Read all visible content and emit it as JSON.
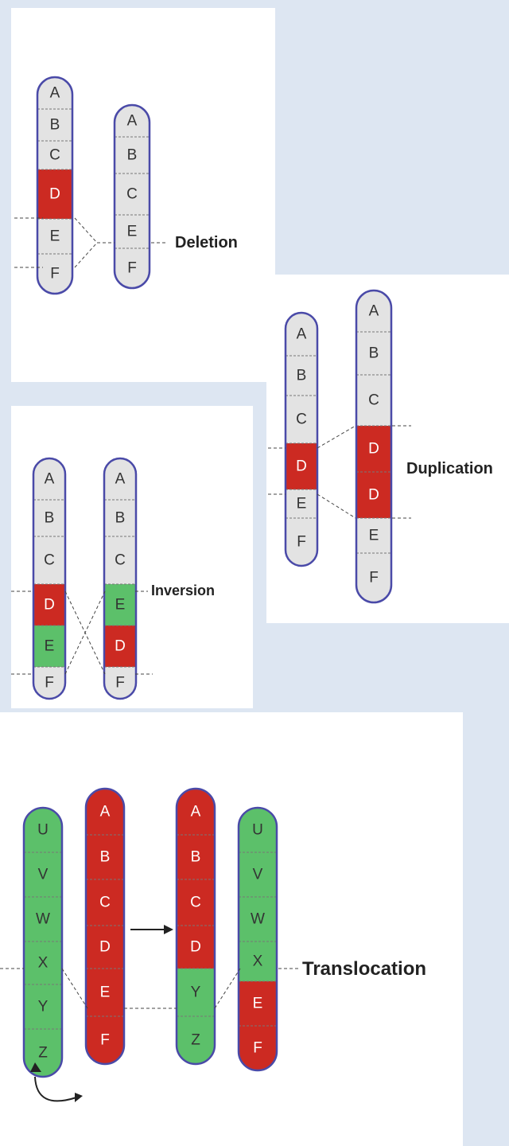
{
  "colors": {
    "normal": "#e3e3e3",
    "deleted_or_moved": "#cc2a22",
    "inverted_or_swapped": "#5cc06a",
    "outline": "#4a4aa8",
    "background": "#dde6f2"
  },
  "panels": {
    "deletion": {
      "title": "Deletion",
      "before": [
        "A",
        "B",
        "C",
        "D",
        "E",
        "F"
      ],
      "after": [
        "A",
        "B",
        "C",
        "E",
        "F"
      ],
      "highlight_before": {
        "D": "red"
      }
    },
    "duplication": {
      "title": "Duplication",
      "before": [
        "A",
        "B",
        "C",
        "D",
        "E",
        "F"
      ],
      "after": [
        "A",
        "B",
        "C",
        "D",
        "D",
        "E",
        "F"
      ],
      "highlight_before": {
        "D": "red"
      },
      "highlight_after": {
        "D": "red"
      }
    },
    "inversion": {
      "title": "Inversion",
      "before": [
        "A",
        "B",
        "C",
        "D",
        "E",
        "F"
      ],
      "after": [
        "A",
        "B",
        "C",
        "E",
        "D",
        "F"
      ],
      "highlight_before": {
        "D": "red",
        "E": "green"
      },
      "highlight_after": {
        "E": "green",
        "D": "red"
      }
    },
    "translocation": {
      "title": "Translocation",
      "chromosome_1_before": [
        "U",
        "V",
        "W",
        "X",
        "Y",
        "Z"
      ],
      "chromosome_2_before": [
        "A",
        "B",
        "C",
        "D",
        "E",
        "F"
      ],
      "chromosome_2_after": [
        "A",
        "B",
        "C",
        "D",
        "Y",
        "Z"
      ],
      "chromosome_1_after": [
        "U",
        "V",
        "W",
        "X",
        "E",
        "F"
      ]
    }
  }
}
